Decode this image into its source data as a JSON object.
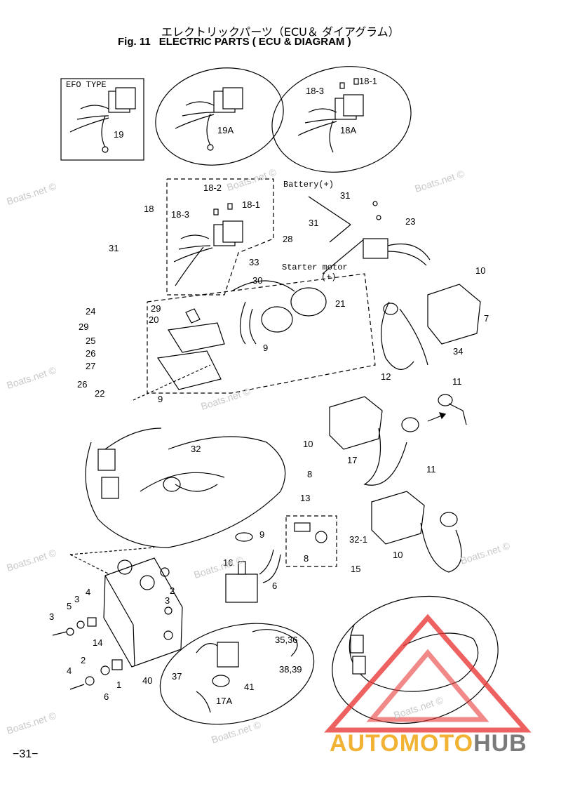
{
  "title": {
    "japanese": "エレクトリックパーツ（ECU＆ ダイアグラム）",
    "fig_number": "Fig. 11",
    "english": "ELECTRIC PARTS ( ECU & DIAGRAM )"
  },
  "box_label": "EFO TYPE",
  "annotations": {
    "battery": "Battery(+)",
    "starter": "Starter motor",
    "starter_plus": "(+)"
  },
  "part_numbers": [
    "19",
    "19A",
    "18-3",
    "18-1",
    "18A",
    "18",
    "18-2",
    "18-3",
    "18-1",
    "31",
    "28",
    "31",
    "23",
    "31",
    "33",
    "30",
    "21",
    "10",
    "7",
    "24",
    "29",
    "25",
    "26",
    "27",
    "29",
    "20",
    "9",
    "34",
    "26",
    "22",
    "9",
    "12",
    "11",
    "10",
    "8",
    "17",
    "32",
    "13",
    "9",
    "11",
    "32-1",
    "8",
    "10",
    "15",
    "16",
    "6",
    "4",
    "3",
    "5",
    "3",
    "2",
    "3",
    "14",
    "2",
    "4",
    "6",
    "1",
    "40",
    "35,36",
    "37",
    "38,39",
    "41",
    "17A"
  ],
  "watermarks": [
    "Boats.net ©",
    "Boats.net ©",
    "Boats.net ©",
    "Boats.net ©",
    "Boats.net ©",
    "Boats.net ©",
    "Boats.net ©",
    "Boats.net ©",
    "Boats.net ©",
    "Boats.net ©",
    "Boats.net ©"
  ],
  "logo": {
    "part1": "AUTOMOTO",
    "part2": "HUB",
    "color1": "#f2b233",
    "color2": "#7a7a7a",
    "triangle_color": "#e83a3a"
  },
  "page_number": "−31−"
}
